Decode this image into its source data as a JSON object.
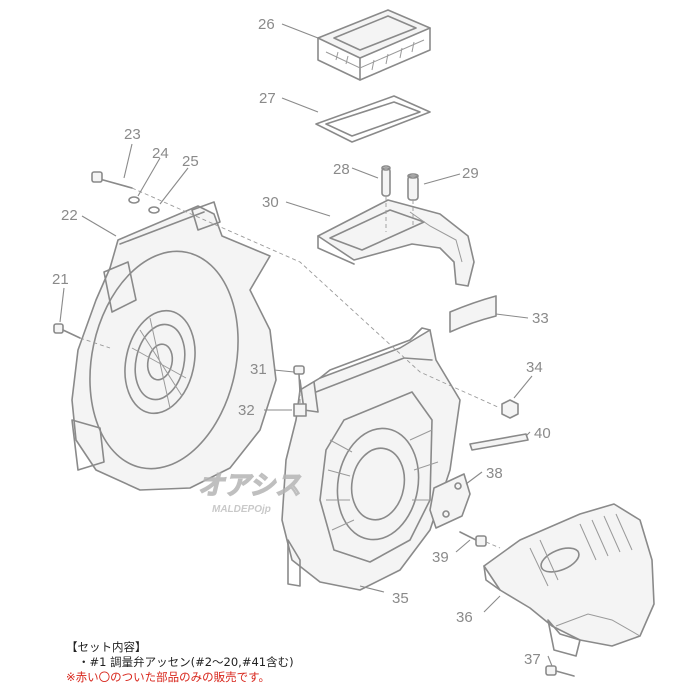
{
  "callouts": {
    "c21": "21",
    "c22": "22",
    "c23": "23",
    "c24": "24",
    "c25": "25",
    "c26": "26",
    "c27": "27",
    "c28": "28",
    "c29": "29",
    "c30": "30",
    "c31": "31",
    "c32": "32",
    "c33": "33",
    "c34": "34",
    "c35": "35",
    "c36": "36",
    "c37": "37",
    "c38": "38",
    "c39": "39",
    "c40": "40"
  },
  "watermark": {
    "brand": "オアシス",
    "site": "MALDEPOjp"
  },
  "notes": {
    "heading": "【セット内容】",
    "item": "・#1 調量弁アッセン(#2～20,#41含む)",
    "warning": "※赤い〇のついた部品のみの販売です。"
  },
  "colors": {
    "line": "#8a8a8a",
    "warning": "#d8261c",
    "watermark": "#c0c0c0"
  }
}
